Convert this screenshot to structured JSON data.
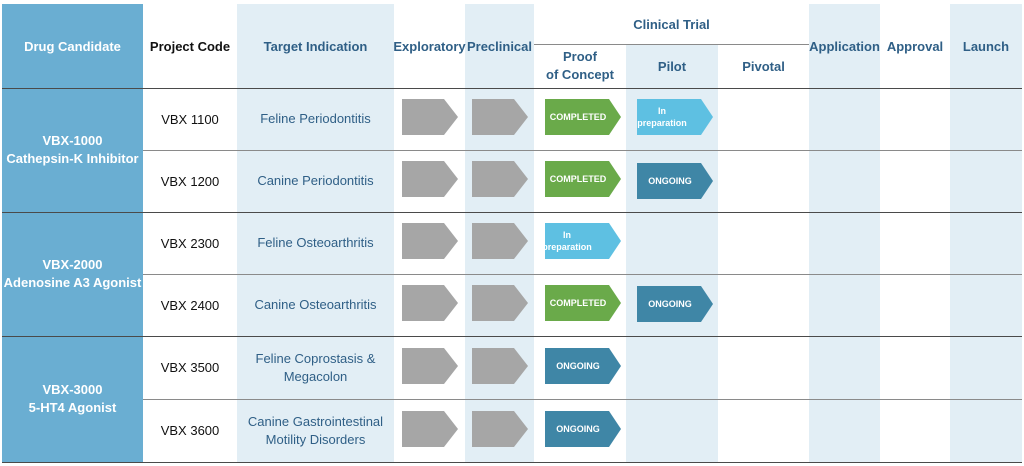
{
  "header": {
    "drug_candidate": "Drug Candidate",
    "project_code": "Project Code",
    "target_indication": "Target Indication",
    "exploratory": "Exploratory",
    "preclinical": "Preclinical",
    "clinical_trial": "Clinical Trial",
    "proof_of_concept_line1": "Proof",
    "proof_of_concept_line2": "of Concept",
    "pilot": "Pilot",
    "pivotal": "Pivotal",
    "application": "Application",
    "approval": "Approval",
    "launch": "Launch"
  },
  "candidates": [
    {
      "name": "VBX-1000",
      "subtitle": "Cathepsin-K Inhibitor"
    },
    {
      "name": "VBX-2000",
      "subtitle": "Adenosine A3 Agonist"
    },
    {
      "name": "VBX-3000",
      "subtitle": "5-HT4 Agonist"
    }
  ],
  "projects": [
    {
      "code": "VBX 1100",
      "indication": "Feline Periodontitis",
      "poc": "COMPLETED",
      "pilot_l1": "In",
      "pilot_l2": "preparation"
    },
    {
      "code": "VBX 1200",
      "indication": "Canine Periodontitis",
      "poc": "COMPLETED",
      "pilot": "ONGOING"
    },
    {
      "code": "VBX 2300",
      "indication": "Feline Osteoarthritis",
      "poc_l1": "In",
      "poc_l2": "preparation"
    },
    {
      "code": "VBX 2400",
      "indication": "Canine Osteoarthritis",
      "poc": "COMPLETED",
      "pilot": "ONGOING"
    },
    {
      "code": "VBX 3500",
      "indication_l1": "Feline Coprostasis &",
      "indication_l2": "Megacolon",
      "poc": "ONGOING"
    },
    {
      "code": "VBX 3600",
      "indication_l1": "Canine Gastrointestinal",
      "indication_l2": "Motility Disorders",
      "poc": "ONGOING"
    }
  ],
  "colors": {
    "header_dark": "#6aaed2",
    "column_shade": "#e2eef5",
    "phase_done": "#a6a6a6",
    "completed": "#6aaa4a",
    "ongoing": "#3f86a6",
    "in_preparation": "#5ec0e2"
  }
}
